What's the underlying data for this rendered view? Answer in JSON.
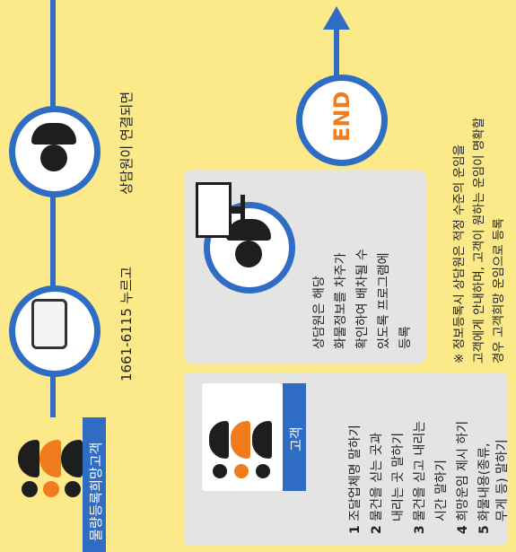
{
  "colors": {
    "background": "#fbe98a",
    "flow_line": "#2f6cc4",
    "panel": "#e4e4e4",
    "label_bar": "#2f6cc4",
    "accent_orange": "#f07c1e",
    "dark": "#1e1e1e"
  },
  "header": {
    "applicant_label": "물량등록희망고객",
    "step_call": "1661-6115 누르고",
    "step_connect": "상담원이 연결되면"
  },
  "customer_panel": {
    "label": "고객",
    "steps": [
      {
        "num": "1",
        "text": "조달업체명 말하기"
      },
      {
        "num": "2",
        "text": "물건을 싣는 곳과"
      },
      {
        "num": "",
        "text": "내리는 곳 말하기"
      },
      {
        "num": "3",
        "text": "물건을 싣고 내리는"
      },
      {
        "num": "",
        "text": "시간 말하기"
      },
      {
        "num": "4",
        "text": "희망운임 제시 하기"
      },
      {
        "num": "5",
        "text": "화물내용(종류,"
      },
      {
        "num": "",
        "text": "무게 등) 말하기"
      }
    ]
  },
  "agent_panel": {
    "lines": [
      "상담원은 해당",
      "화물정보를 차주가",
      "확인하여 배차될 수",
      "있도록 프로그램에",
      "등록"
    ]
  },
  "end_label": "END",
  "note": {
    "lines": [
      "※ 정보등록시 상담원은 적정 수준의 운임을",
      "고객에게 안내하며, 고객이 원하는 운임이 명확할",
      "경우 고객희망 운임으로 등록"
    ]
  },
  "icons": [
    "people-group-icon",
    "smartphone-icon",
    "headset-agent-icon",
    "computer-monitor-icon",
    "arrow-up-icon"
  ]
}
